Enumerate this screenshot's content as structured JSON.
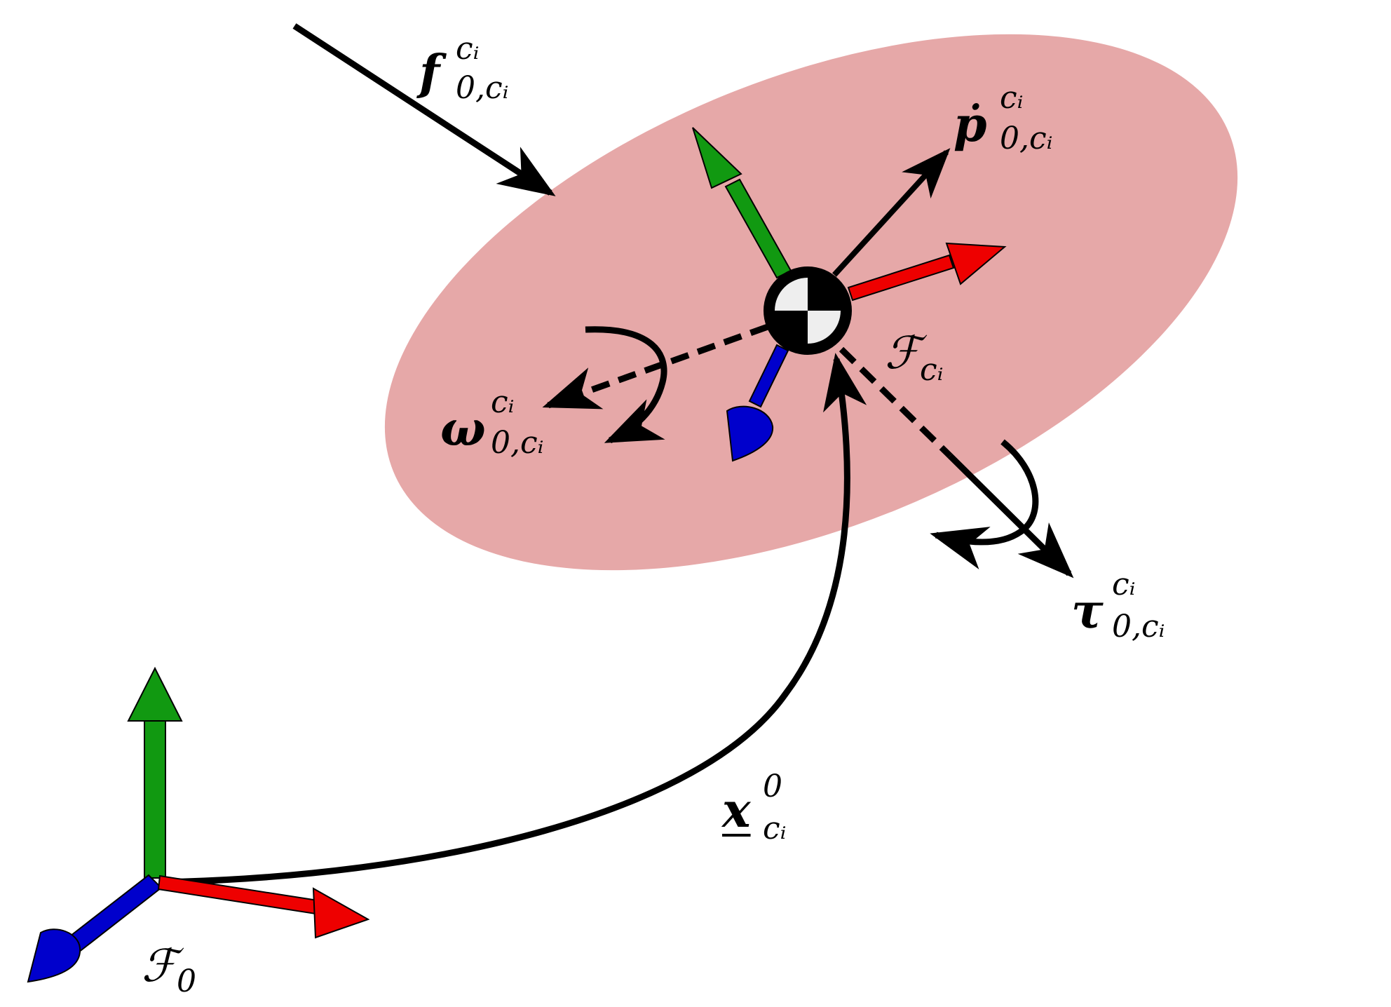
{
  "colors": {
    "body_fill": "#e6a8a8",
    "axis_x": "#ee0000",
    "axis_y": "#119911",
    "axis_z": "#0000cc",
    "arrow": "#000000",
    "com_light": "#eeeeee",
    "com_dark": "#000000"
  },
  "icons": {
    "com_marker": "center-of-mass-icon"
  },
  "labels": {
    "force": {
      "base": "f",
      "sup": "cᵢ",
      "sub": "0,cᵢ"
    },
    "velocity": {
      "base": "ṗ",
      "sup": "cᵢ",
      "sub": "0,cᵢ"
    },
    "omega": {
      "base": "ω",
      "sup": "cᵢ",
      "sub": "0,cᵢ"
    },
    "torque": {
      "base": "τ",
      "sup": "cᵢ",
      "sub": "0,cᵢ"
    },
    "frame_ci": {
      "base": "ℱ",
      "sub": "cᵢ"
    },
    "pose": {
      "base": "x",
      "sup": "0",
      "sub": "cᵢ"
    },
    "frame_0": {
      "base": "ℱ",
      "sub": "0"
    }
  }
}
